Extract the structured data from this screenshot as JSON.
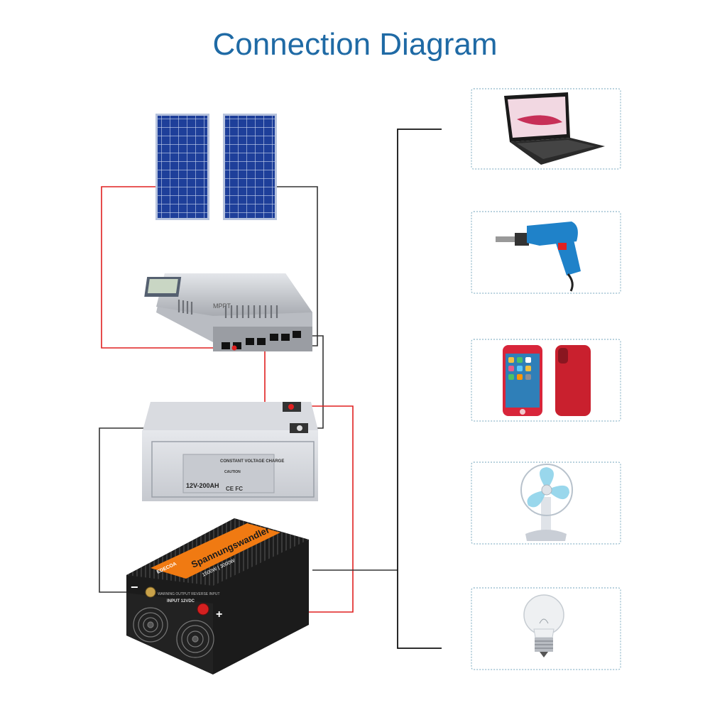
{
  "title": "Connection Diagram",
  "colors": {
    "title": "#1f6aa5",
    "positive_wire": "#e02020",
    "negative_wire": "#222222",
    "panel_blue": "#1e3f9a",
    "load_box_border": "#8fb7c9",
    "inverter_orange": "#f07a12"
  },
  "components": {
    "solar_panels": {
      "count": 2
    },
    "controller": {
      "label": "MPPT"
    },
    "battery": {
      "header": "CONSTANT VOLTAGE CHARGE",
      "caution": "CAUTION",
      "capacity": "12V-200AH",
      "certs": "CE FC"
    },
    "inverter": {
      "brand": "EDECOA",
      "name": "Spannungswandler",
      "rating": "1500W | 3000W",
      "input": "INPUT 12VDC",
      "panel_text": "WARNING OUTPUT REVERSE INPUT",
      "minus": "−",
      "plus": "+"
    }
  },
  "loads": [
    {
      "name": "laptop"
    },
    {
      "name": "electric-drill"
    },
    {
      "name": "smartphone"
    },
    {
      "name": "electric-fan"
    },
    {
      "name": "light-bulb"
    }
  ]
}
